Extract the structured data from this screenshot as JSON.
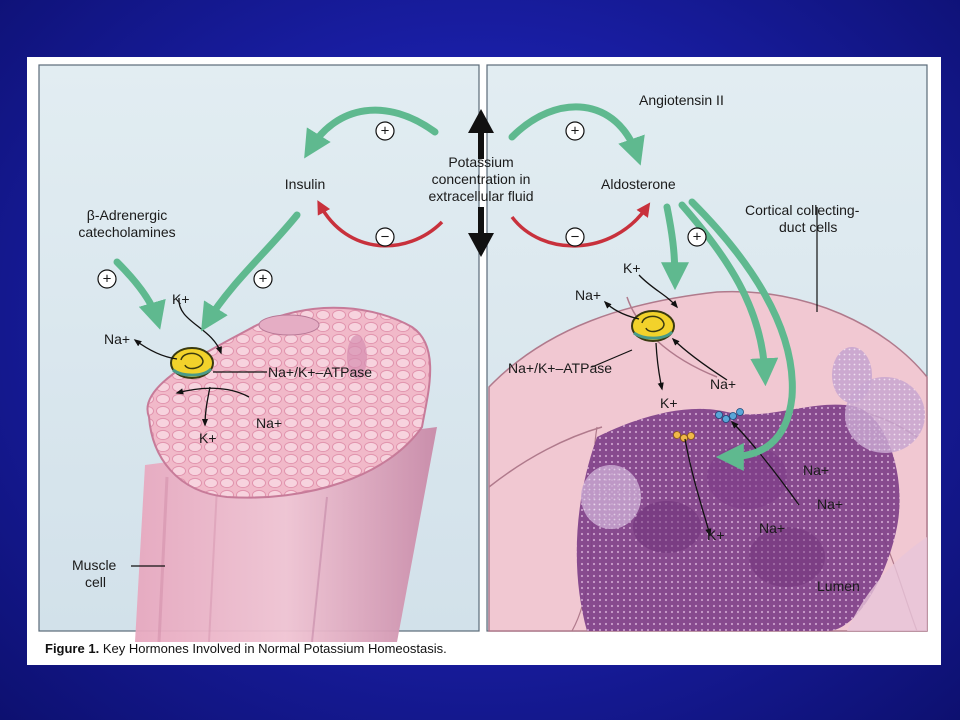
{
  "center": {
    "line1": "Potassium",
    "line2": "concentration in",
    "line3": "extracellular fluid"
  },
  "left": {
    "insulin": "Insulin",
    "beta_line1": "β-Adrenergic",
    "beta_line2": "catecholamines",
    "k_in": "K+",
    "na_out": "Na+",
    "pump": "Na+/K+–ATPase",
    "na_in": "Na+",
    "k_out": "K+",
    "muscle_line1": "Muscle",
    "muscle_line2": "cell"
  },
  "right": {
    "angiotensin": "Angiotensin II",
    "aldosterone": "Aldosterone",
    "cortical_line1": "Cortical collecting-",
    "cortical_line2": "duct cells",
    "k_in": "K+",
    "na_out": "Na+",
    "pump": "Na+/K+–ATPase",
    "na_cell": "Na+",
    "k_cell": "K+",
    "na_lumen1": "Na+",
    "na_lumen2": "Na+",
    "na_lumen3": "Na+",
    "k_lumen": "K+",
    "lumen": "Lumen"
  },
  "signs": {
    "plus": "+",
    "minus": "−"
  },
  "caption": {
    "label": "Figure 1.",
    "text": "Key Hormones Involved in Normal Potassium Homeostasis."
  },
  "colors": {
    "stimulate_arrow": "#5fb98f",
    "inhibit_arrow": "#c8313c",
    "panel_bg": "#dde9ef",
    "muscle_pink": "#efb3c6",
    "lumen_purple": "#9a5aa0",
    "pump_yellow": "#f2d22b"
  }
}
